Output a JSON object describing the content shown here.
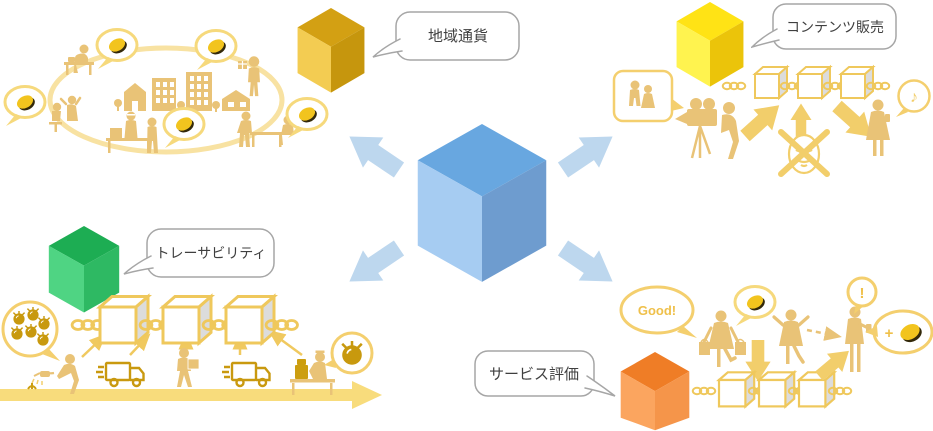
{
  "labels": {
    "local_currency": "地域通貨",
    "content_sales": "コンテンツ販売",
    "traceability": "トレーサビリティ",
    "service_rating": "サービス評価"
  },
  "bubbles": {
    "good": "Good!",
    "alert": "!",
    "reward_plus": "+",
    "music_note": "♪"
  },
  "colors": {
    "center_cube": {
      "front": "#A6CCF2",
      "top": "#68A7E0",
      "side": "#6E9CCF"
    },
    "local_currency_cube": {
      "front": "#F3CC52",
      "top": "#D3A013",
      "side": "#C6960D"
    },
    "content_sales_cube": {
      "front": "#FFF34F",
      "top": "#FFE315",
      "side": "#EBC40A"
    },
    "traceability_cube": {
      "front": "#4FD483",
      "top": "#1DAD53",
      "side": "#2EB963"
    },
    "service_rating_cube": {
      "front": "#FBA55F",
      "top": "#EF7D26",
      "side": "#F5954A"
    },
    "expansion_arrow": "#BDD7EE",
    "figure_tan": "#E9C377",
    "accent_gold": "#F2CE6B",
    "pale_gold": "#F7DD87",
    "dark_gold": "#CC9E10",
    "coin": "#F2C41E",
    "label_border": "#A6A6A6",
    "label_text": "#3F3F3F"
  }
}
